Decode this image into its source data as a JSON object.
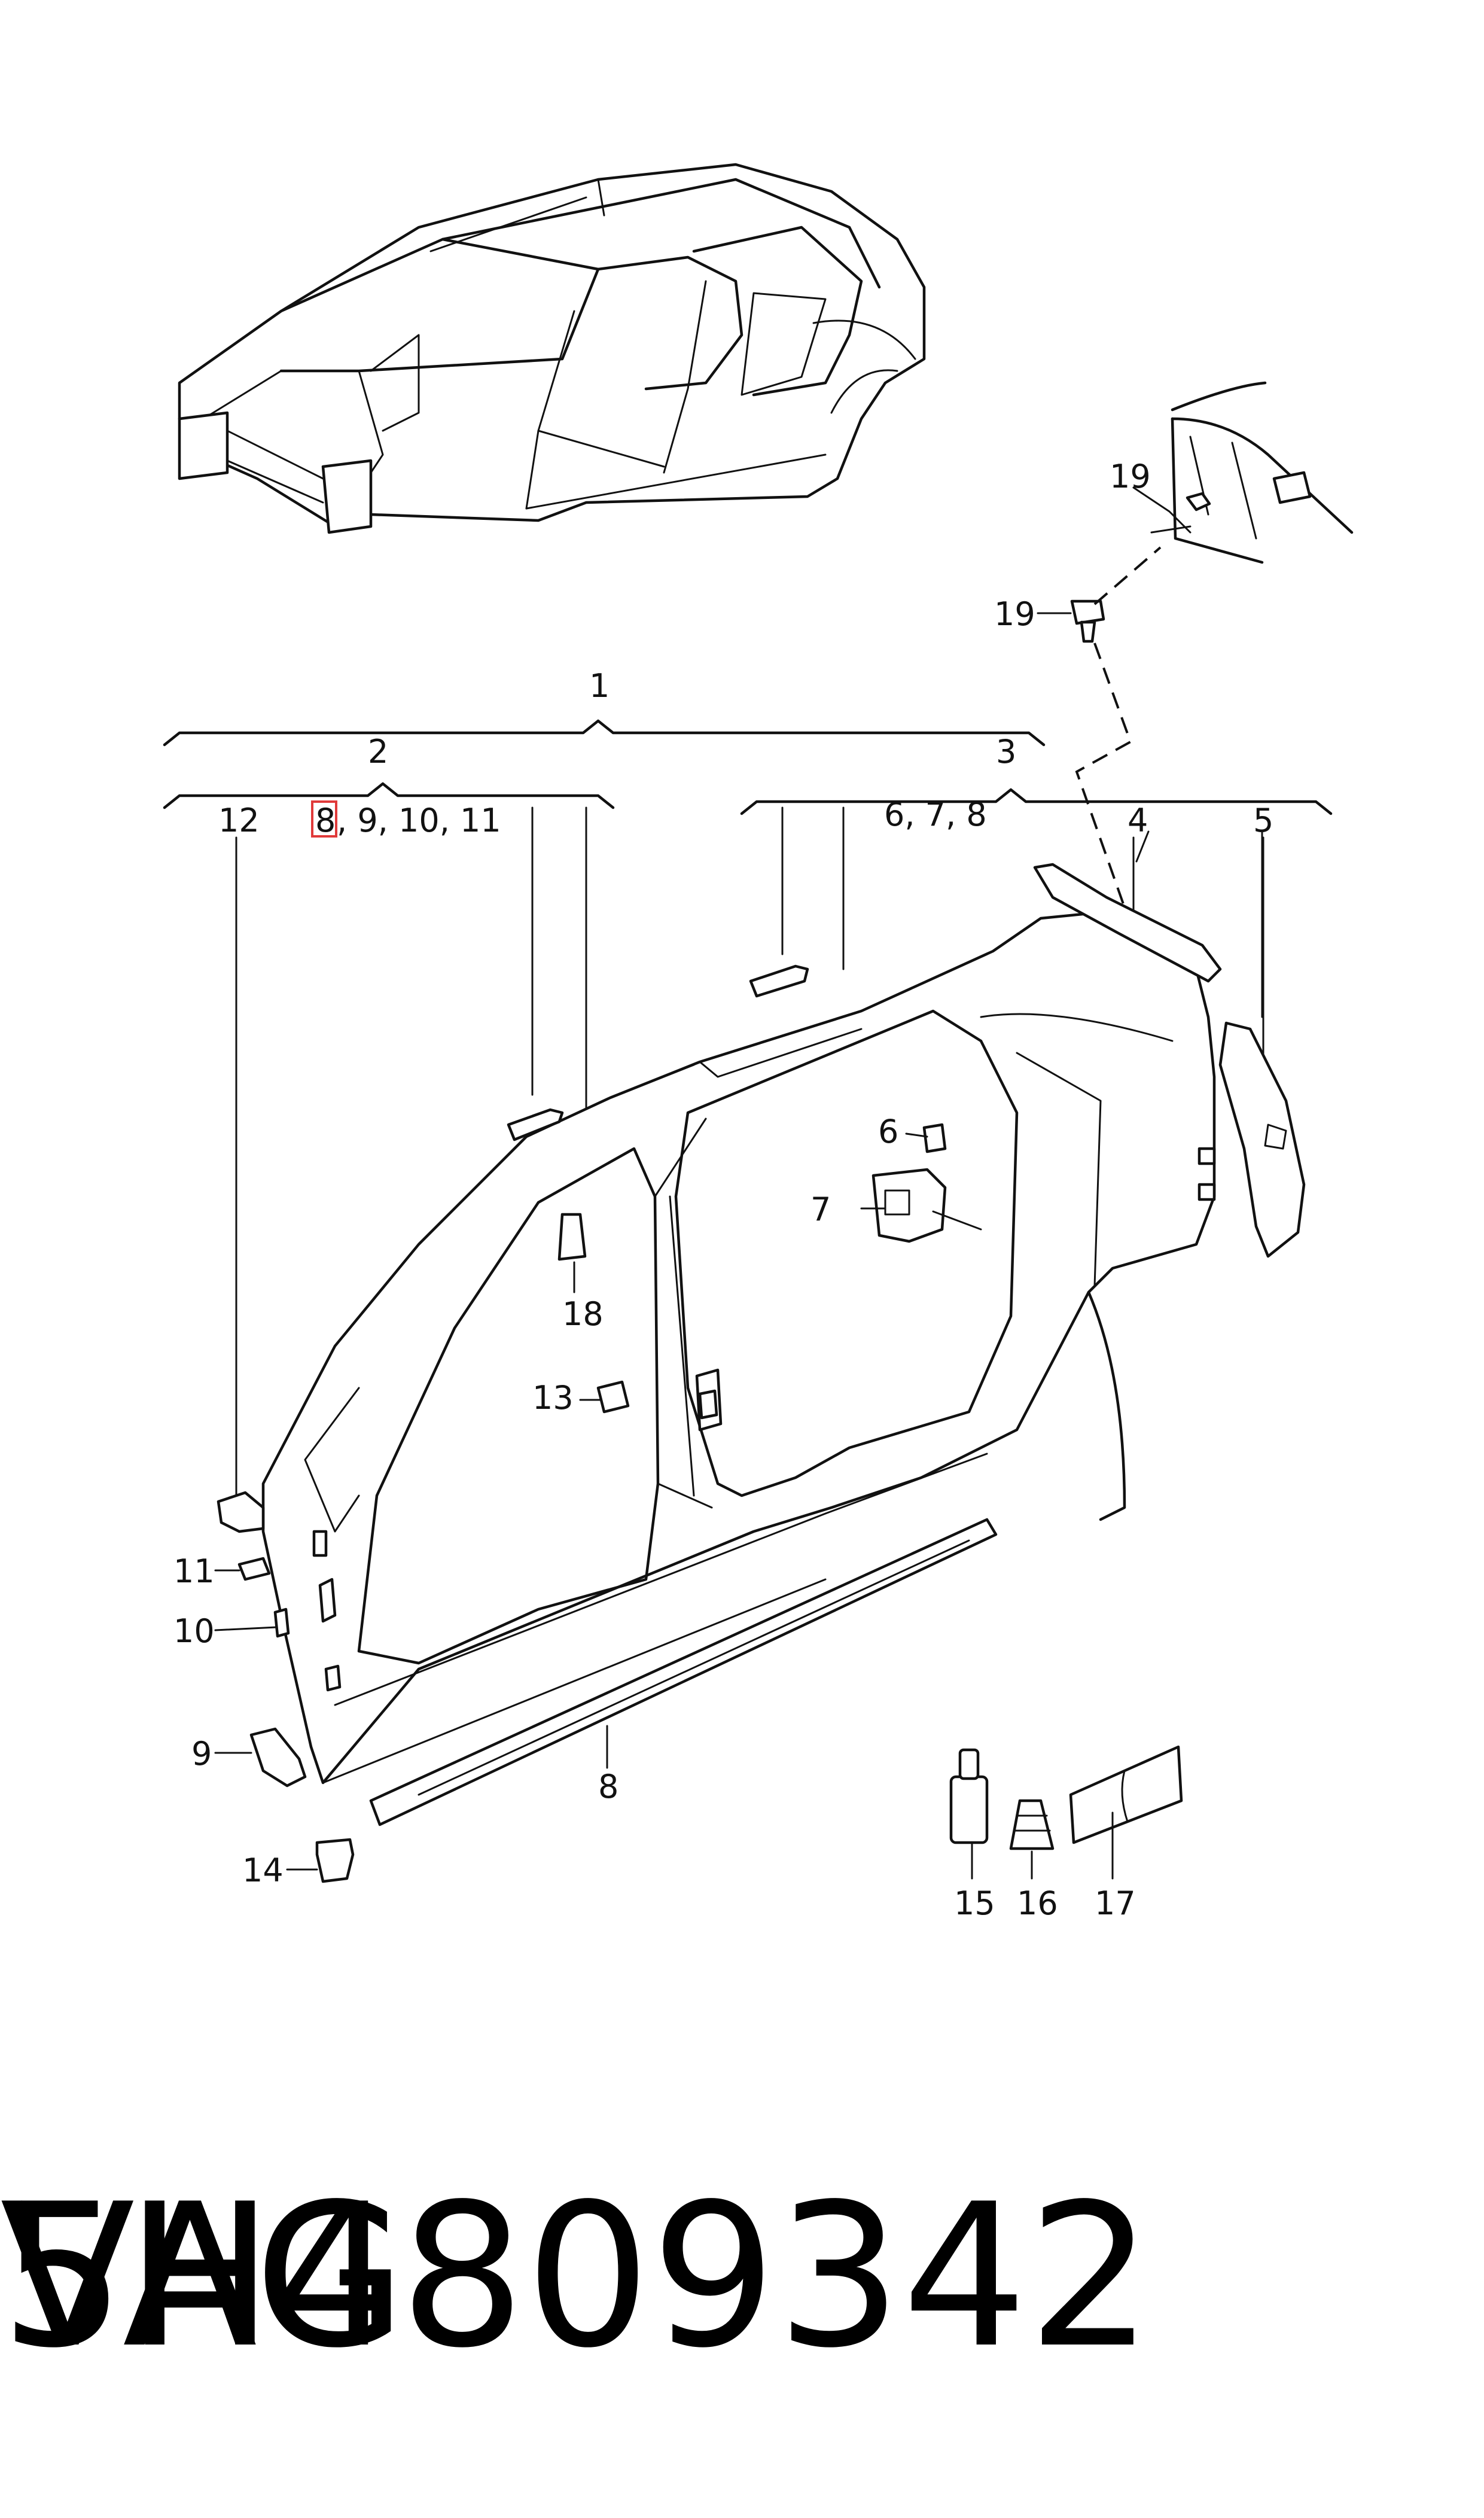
{
  "callouts": {
    "c1": "1",
    "c2": "2",
    "c3": "3",
    "c4": "4",
    "c5": "5",
    "c6": "6",
    "c7": "7",
    "c8": "8",
    "c9": "9",
    "c10": "10",
    "c11": "11",
    "c12": "12",
    "c13": "13",
    "c14": "14",
    "c15": "15",
    "c16": "16",
    "c17": "17",
    "c18": "18",
    "c19a": "19",
    "c19b": "19"
  },
  "groups": {
    "g2_highlight": "8",
    "g2_rest": ", 9, 10, 11",
    "g3_items": "6, 7, 8"
  },
  "footer": {
    "part_number": "5H4809342",
    "brand": "VAG"
  },
  "highlight_color": "#e03a3a"
}
